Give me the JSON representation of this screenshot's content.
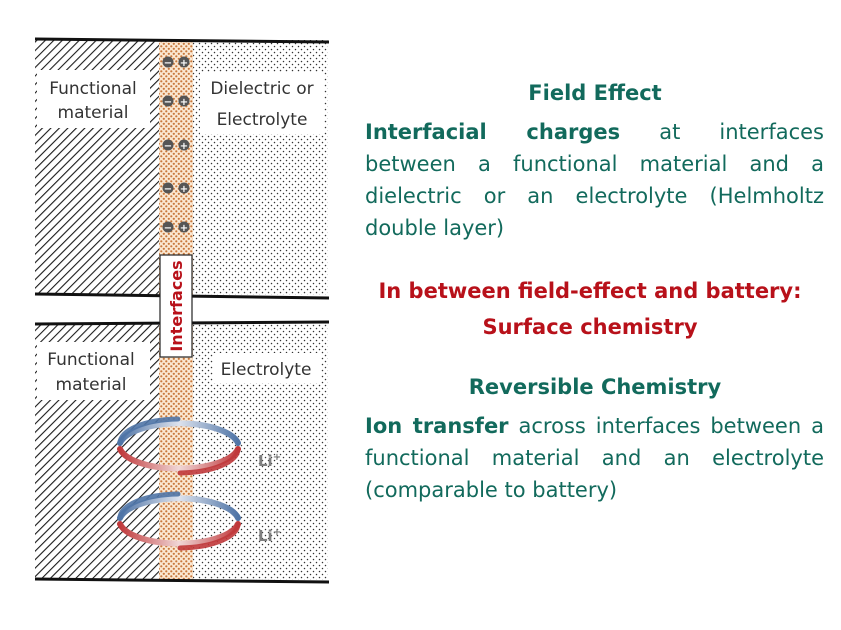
{
  "diagram": {
    "top_left_label": [
      "Functional",
      "material"
    ],
    "top_right_label": [
      "Dielectric or",
      "Electrolyte"
    ],
    "bottom_left_label": [
      "Functional",
      "material"
    ],
    "bottom_right_label": "Electrolyte",
    "interfaces_label": "Interfaces",
    "charge_symbols": {
      "negative": "−",
      "positive": "+"
    },
    "ion_base": "Li",
    "ion_charge": "+"
  },
  "text": {
    "field_effect_title": "Field Effect",
    "field_effect_bold": "Interfacial charges",
    "field_effect_body": " at interfaces between a functional material and a dielectric or an electrolyte (Helmholtz double layer)",
    "between_title": "In between field-effect and battery:",
    "between_subtitle": "Surface chemistry",
    "reversible_title": "Reversible Chemistry",
    "reversible_bold": "Ion transfer",
    "reversible_body": " across interfaces between a functional material and an electrolyte (comparable to battery)"
  },
  "colors": {
    "teal_text": "#126a5c",
    "red_text": "#b8111a",
    "interface_orange": "#d9884a",
    "arrow_blue": "#4f74a6",
    "arrow_red": "#c0393b"
  }
}
